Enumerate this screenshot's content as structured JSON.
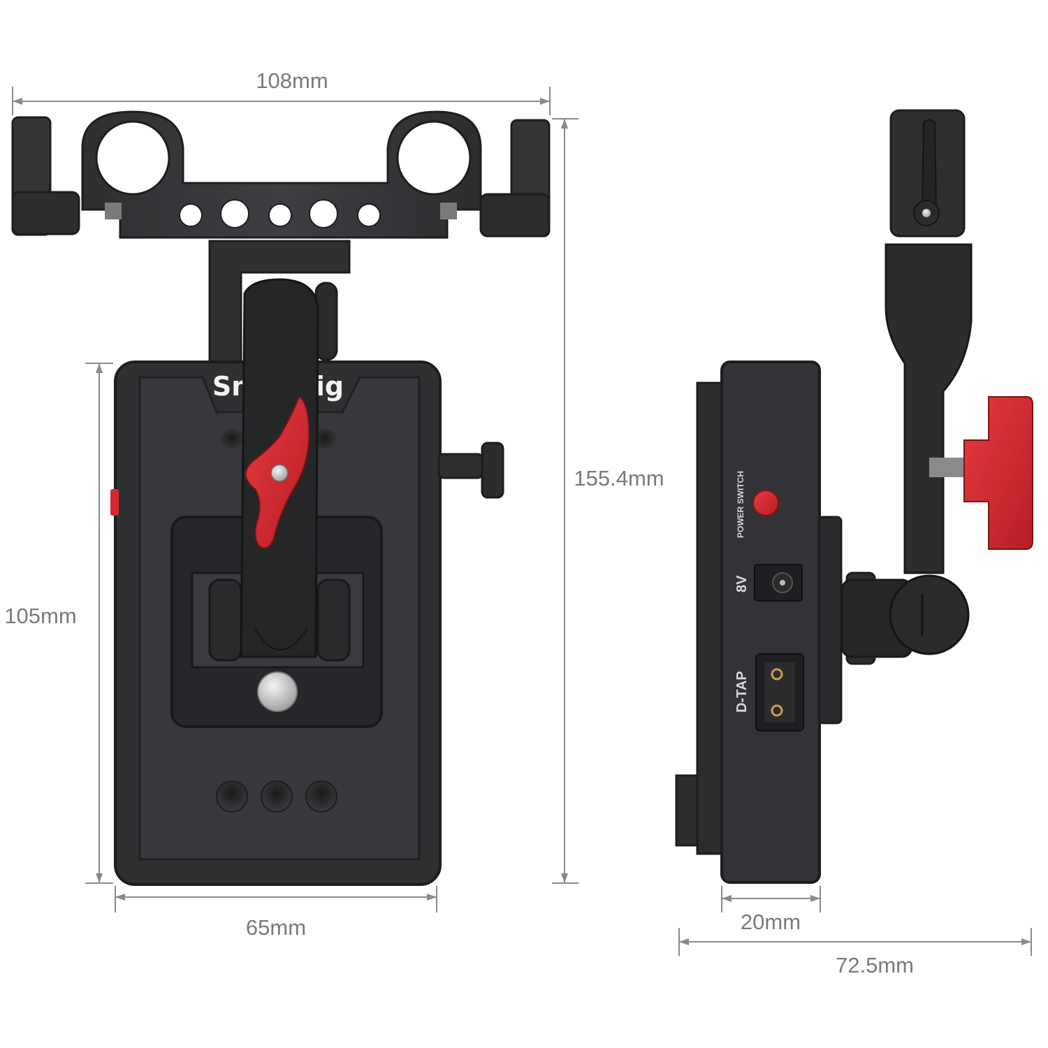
{
  "brand": "SmallRig",
  "dimensions": {
    "overall_width": "108mm",
    "overall_height": "155.4mm",
    "plate_height": "105mm",
    "plate_width": "65mm",
    "side_depth": "20mm",
    "side_total": "72.5mm"
  },
  "side_labels": {
    "power_switch": "POWER SWITCH",
    "dc_out": "8V",
    "dtap": "D-TAP"
  },
  "colors": {
    "body": "#3a3b3d",
    "body_dark": "#2a2b2d",
    "edge": "#1c1d1f",
    "accent_red": "#d7282f",
    "dimension_line": "#8a8a8a",
    "screw": "#c9c9c9"
  }
}
